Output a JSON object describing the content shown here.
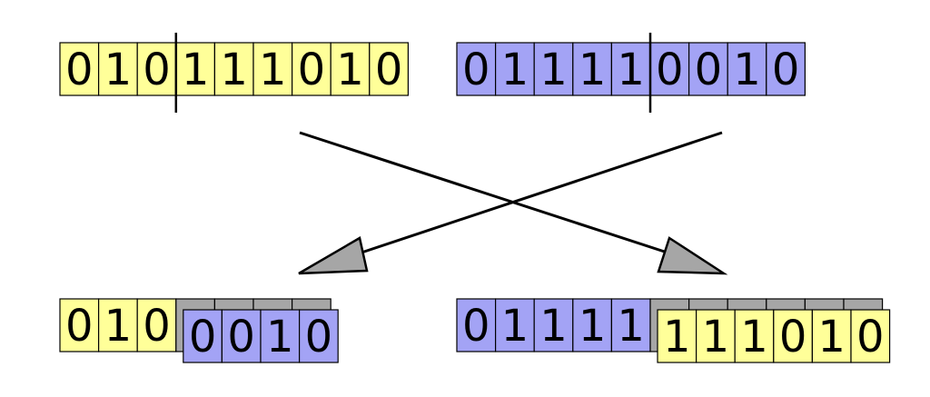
{
  "colors": {
    "yellow": "#ffff99",
    "blue": "#a3a3f5",
    "gray": "#a6a6a6",
    "border": "#000000"
  },
  "parent_a": {
    "bits": [
      "0",
      "1",
      "0",
      "1",
      "1",
      "1",
      "0",
      "1",
      "0"
    ],
    "color": "yellow",
    "cut_after": 3
  },
  "parent_b": {
    "bits": [
      "0",
      "1",
      "1",
      "1",
      "1",
      "0",
      "0",
      "1",
      "0"
    ],
    "color": "blue",
    "cut_after": 5
  },
  "child_1": {
    "head_bits": [
      "0",
      "1",
      "0"
    ],
    "head_color": "yellow",
    "tail_bits": [
      "0",
      "0",
      "1",
      "0"
    ],
    "tail_color": "blue",
    "placeholder_cells": 4
  },
  "child_2": {
    "head_bits": [
      "0",
      "1",
      "1",
      "1",
      "1"
    ],
    "head_color": "blue",
    "tail_bits": [
      "1",
      "1",
      "1",
      "0",
      "1",
      "0"
    ],
    "tail_color": "yellow",
    "placeholder_cells": 6
  },
  "arrows": [
    {
      "from": "parent_b",
      "to": "child_1",
      "label_icon": "crossover-arrow-icon"
    },
    {
      "from": "parent_a",
      "to": "child_2",
      "label_icon": "crossover-arrow-icon"
    }
  ]
}
